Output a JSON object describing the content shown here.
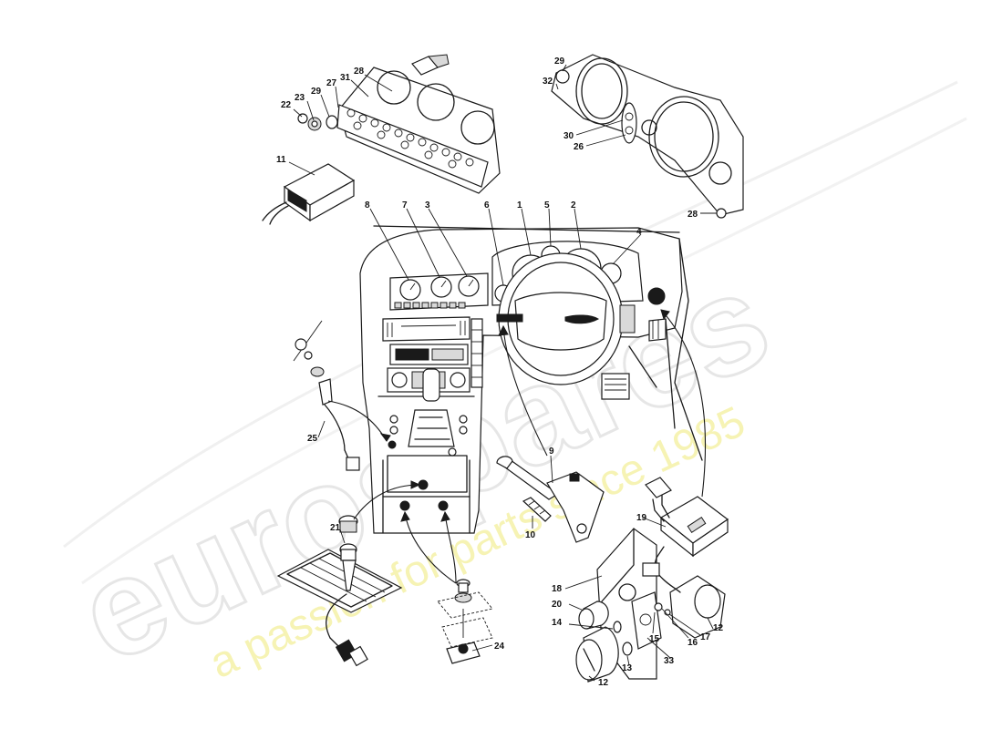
{
  "watermark": {
    "brand": "eurospares",
    "tagline": "a passion for parts since 1985"
  },
  "callouts": {
    "c1": "1",
    "c2": "2",
    "c3": "3",
    "c4": "4",
    "c5": "5",
    "c6": "6",
    "c7": "7",
    "c8": "8",
    "c9": "9",
    "c10": "10",
    "c11": "11",
    "c12a": "12",
    "c12b": "12",
    "c13": "13",
    "c14": "14",
    "c15": "15",
    "c16": "16",
    "c17": "17",
    "c18": "18",
    "c19": "19",
    "c20": "20",
    "c21": "21",
    "c22": "22",
    "c23": "23",
    "c24": "24",
    "c25": "25",
    "c26": "26",
    "c27": "27",
    "c28a": "28",
    "c28b": "28",
    "c29a": "29",
    "c29b": "29",
    "c30": "30",
    "c31": "31",
    "c32": "32",
    "c33": "33"
  },
  "colors": {
    "line": "#1a1a1a",
    "watermark": "#e6e6e6",
    "tagline": "#f3ef9c"
  }
}
